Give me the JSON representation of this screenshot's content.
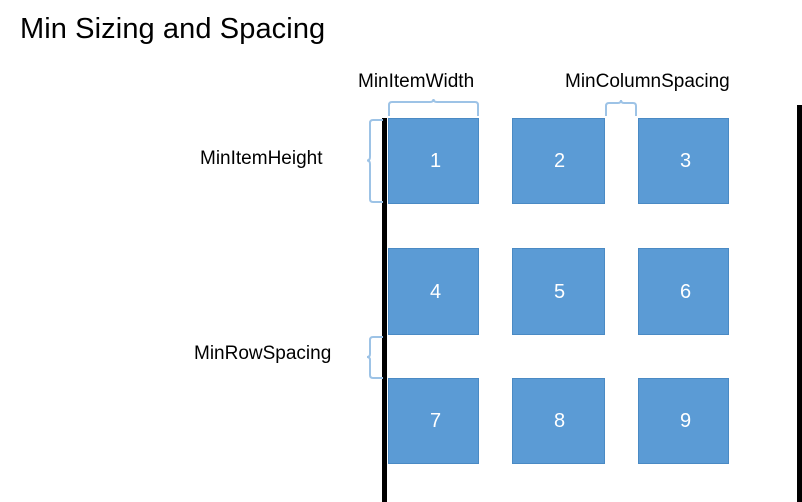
{
  "slide": {
    "title": "Min Sizing and Spacing",
    "background_color": "#FFFFFF"
  },
  "colors": {
    "item_fill": "#5B9BD5",
    "item_stroke": "#4A8AC4",
    "item_text": "#FFFFFF",
    "brace": "#9DC3E6",
    "boundary": "#000000",
    "label_text": "#000000"
  },
  "annotations": {
    "min_item_width": "MinItemWidth",
    "min_column_spacing": "MinColumnSpacing",
    "min_item_height": "MinItemHeight",
    "min_row_spacing": "MinRowSpacing"
  },
  "grid": {
    "columns": 3,
    "rows": 3,
    "items": [
      {
        "label": "1",
        "row": 1,
        "column": 1
      },
      {
        "label": "2",
        "row": 1,
        "column": 2
      },
      {
        "label": "3",
        "row": 1,
        "column": 3
      },
      {
        "label": "4",
        "row": 2,
        "column": 1
      },
      {
        "label": "5",
        "row": 2,
        "column": 2
      },
      {
        "label": "6",
        "row": 2,
        "column": 3
      },
      {
        "label": "7",
        "row": 3,
        "column": 1
      },
      {
        "label": "8",
        "row": 3,
        "column": 2
      },
      {
        "label": "9",
        "row": 3,
        "column": 3
      }
    ]
  },
  "boundaries": {
    "left": "left-boundary-line",
    "right": "right-boundary-line"
  }
}
